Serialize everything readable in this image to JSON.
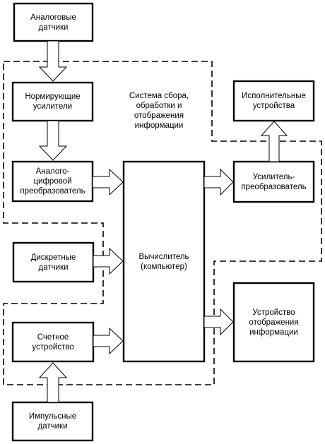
{
  "blocks": {
    "analog_sensors": "Аналоговые\nдатчики",
    "norm_amplifiers": "Нормирующие\nусилители",
    "system_label": "Система сбора,\nобработки и\nотображения\nинформации",
    "actuators": "Исполнительные\nустройства",
    "adc": "Аналого-\nцифровой\nпреобразователь",
    "computer": "Вычислитель\n(компьютер)",
    "amp_converter": "Усилитель-\nпреобразователь",
    "discrete_sensors": "Дискретные\nдатчики",
    "display": "Устройство\nотображения\nинформации",
    "counter": "Счетное\nустройство",
    "pulse_sensors": "Импульсные\nдатчики"
  }
}
